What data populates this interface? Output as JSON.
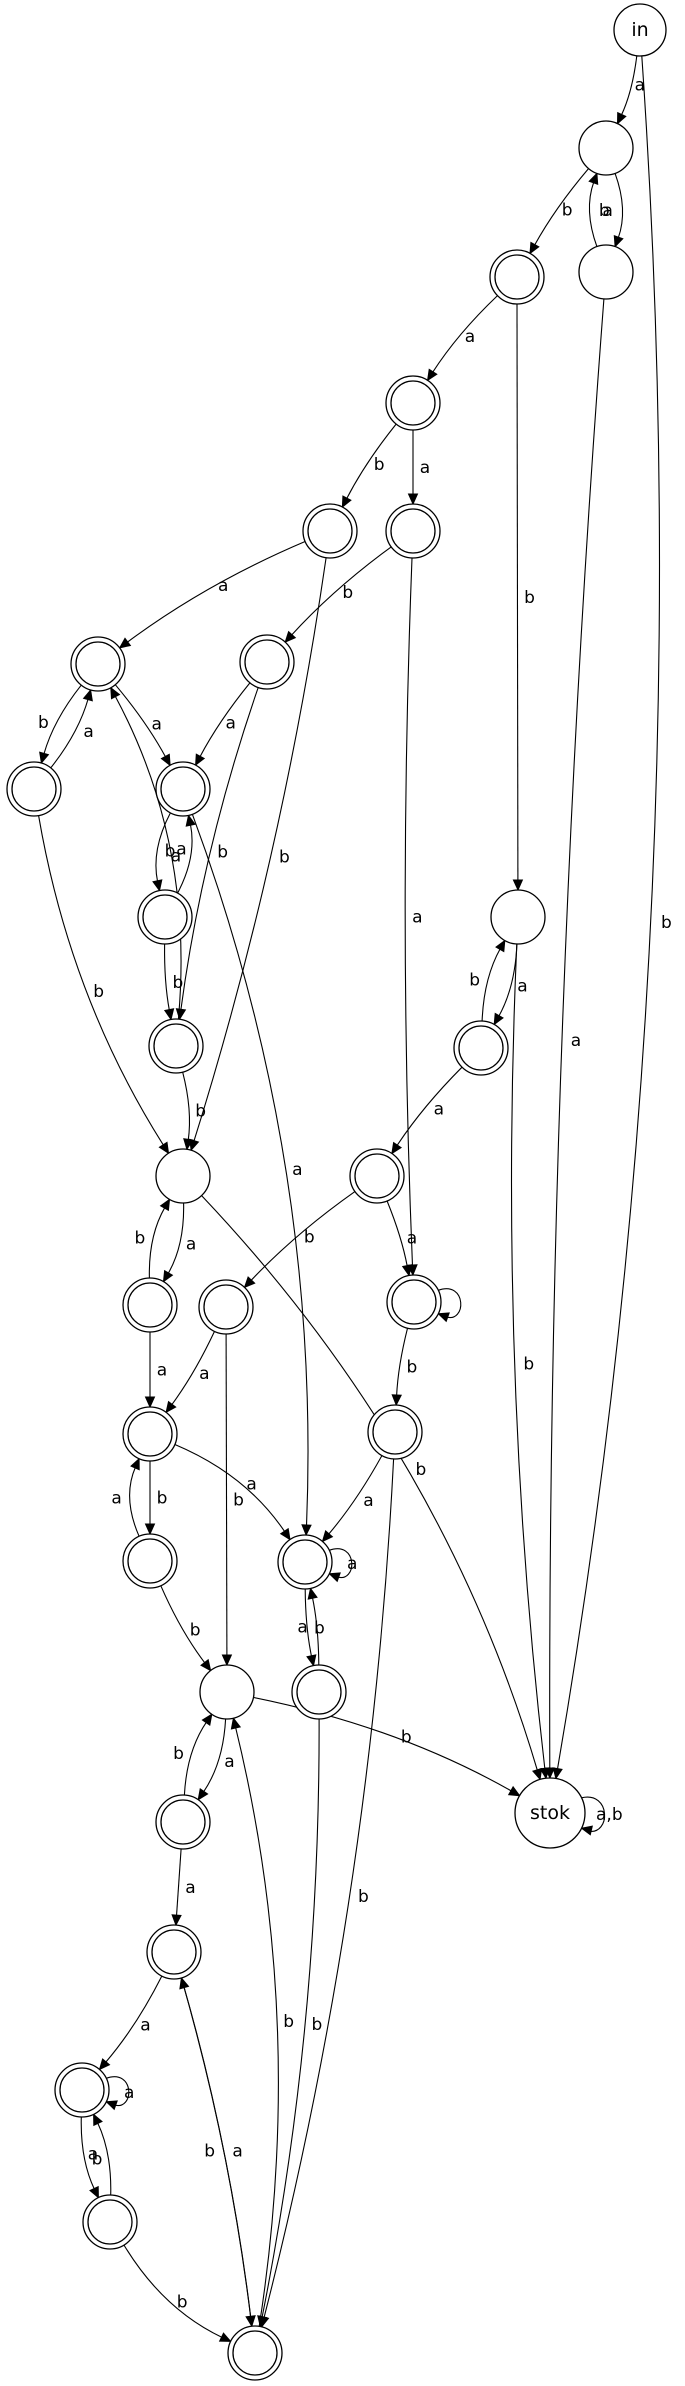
{
  "diagram": {
    "type": "finite-automaton",
    "states": [
      {
        "id": "in",
        "label": "in",
        "accepting": false
      },
      {
        "id": "s1",
        "label": "",
        "accepting": false
      },
      {
        "id": "s2",
        "label": "",
        "accepting": false
      },
      {
        "id": "s3",
        "label": "",
        "accepting": true
      },
      {
        "id": "s4",
        "label": "",
        "accepting": true
      },
      {
        "id": "s5",
        "label": "",
        "accepting": true
      },
      {
        "id": "s6",
        "label": "",
        "accepting": true
      },
      {
        "id": "s7",
        "label": "",
        "accepting": true
      },
      {
        "id": "s8",
        "label": "",
        "accepting": true
      },
      {
        "id": "s9",
        "label": "",
        "accepting": true
      },
      {
        "id": "s10",
        "label": "",
        "accepting": true
      },
      {
        "id": "s11",
        "label": "",
        "accepting": true
      },
      {
        "id": "s12",
        "label": "",
        "accepting": true
      },
      {
        "id": "s13",
        "label": "",
        "accepting": false
      },
      {
        "id": "s14",
        "label": "",
        "accepting": true
      },
      {
        "id": "s15",
        "label": "",
        "accepting": false
      },
      {
        "id": "s16",
        "label": "",
        "accepting": true
      },
      {
        "id": "s17",
        "label": "",
        "accepting": true
      },
      {
        "id": "s18",
        "label": "",
        "accepting": true
      },
      {
        "id": "s19",
        "label": "",
        "accepting": true
      },
      {
        "id": "s20",
        "label": "",
        "accepting": true
      },
      {
        "id": "s21",
        "label": "",
        "accepting": true
      },
      {
        "id": "s22",
        "label": "",
        "accepting": true
      },
      {
        "id": "s23",
        "label": "",
        "accepting": true
      },
      {
        "id": "s24",
        "label": "",
        "accepting": true
      },
      {
        "id": "s25",
        "label": "",
        "accepting": false
      },
      {
        "id": "s26",
        "label": "",
        "accepting": true
      },
      {
        "id": "stok",
        "label": "stok",
        "accepting": false
      },
      {
        "id": "s27",
        "label": "",
        "accepting": true
      },
      {
        "id": "s28",
        "label": "",
        "accepting": true
      },
      {
        "id": "s29",
        "label": "",
        "accepting": true
      },
      {
        "id": "s30",
        "label": "",
        "accepting": true
      }
    ],
    "transitions": [
      {
        "from": "in",
        "to": "s1",
        "label": "a"
      },
      {
        "from": "in",
        "to": "stok",
        "label": "b"
      },
      {
        "from": "s1",
        "to": "s3",
        "label": "b"
      },
      {
        "from": "s1",
        "to": "s2",
        "label": "a"
      },
      {
        "from": "s2",
        "to": "s1",
        "label": "b"
      },
      {
        "from": "s2",
        "to": "stok",
        "label": "a"
      },
      {
        "from": "s3",
        "to": "s4",
        "label": "a"
      },
      {
        "from": "s3",
        "to": "s13",
        "label": "b"
      },
      {
        "from": "s4",
        "to": "s5",
        "label": "b"
      },
      {
        "from": "s4",
        "to": "s6",
        "label": "a"
      },
      {
        "from": "s5",
        "to": "s7",
        "label": "a"
      },
      {
        "from": "s5",
        "to": "s15",
        "label": "b"
      },
      {
        "from": "s6",
        "to": "s8",
        "label": "b"
      },
      {
        "from": "s6",
        "to": "s18",
        "label": "a"
      },
      {
        "from": "s7",
        "to": "s9",
        "label": "b"
      },
      {
        "from": "s7",
        "to": "s10",
        "label": "a"
      },
      {
        "from": "s9",
        "to": "s7",
        "label": "a"
      },
      {
        "from": "s9",
        "to": "s15",
        "label": "b"
      },
      {
        "from": "s8",
        "to": "s10",
        "label": "a"
      },
      {
        "from": "s8",
        "to": "s12",
        "label": "b"
      },
      {
        "from": "s10",
        "to": "s11",
        "label": "b"
      },
      {
        "from": "s10",
        "to": "s23",
        "label": "a"
      },
      {
        "from": "s11",
        "to": "s10",
        "label": "a"
      },
      {
        "from": "s11",
        "to": "s12",
        "label": "b"
      },
      {
        "from": "s12",
        "to": "s7",
        "label": "a"
      },
      {
        "from": "s12",
        "to": "s15",
        "label": "b"
      },
      {
        "from": "s13",
        "to": "s14",
        "label": "a"
      },
      {
        "from": "s13",
        "to": "stok",
        "label": "b"
      },
      {
        "from": "s14",
        "to": "s13",
        "label": "b"
      },
      {
        "from": "s14",
        "to": "s16",
        "label": "a"
      },
      {
        "from": "s16",
        "to": "s18",
        "label": "a"
      },
      {
        "from": "s16",
        "to": "s19",
        "label": "b"
      },
      {
        "from": "s15",
        "to": "s17",
        "label": "a"
      },
      {
        "from": "s15",
        "to": "stok",
        "label": "b"
      },
      {
        "from": "s17",
        "to": "s15",
        "label": "b"
      },
      {
        "from": "s17",
        "to": "s20",
        "label": "a"
      },
      {
        "from": "s18",
        "to": "s18",
        "label": "a"
      },
      {
        "from": "s18",
        "to": "s21",
        "label": "b"
      },
      {
        "from": "s19",
        "to": "s20",
        "label": "a"
      },
      {
        "from": "s19",
        "to": "s25",
        "label": "b"
      },
      {
        "from": "s20",
        "to": "s22",
        "label": "b"
      },
      {
        "from": "s20",
        "to": "s23",
        "label": "a"
      },
      {
        "from": "s22",
        "to": "s20",
        "label": "a"
      },
      {
        "from": "s22",
        "to": "s25",
        "label": "b"
      },
      {
        "from": "s21",
        "to": "s23",
        "label": "a"
      },
      {
        "from": "s21",
        "to": "s30",
        "label": "b"
      },
      {
        "from": "s23",
        "to": "s23",
        "label": "a"
      },
      {
        "from": "s23",
        "to": "s24",
        "label": "b"
      },
      {
        "from": "s24",
        "to": "s23",
        "label": "a"
      },
      {
        "from": "s24",
        "to": "s30",
        "label": "b"
      },
      {
        "from": "s25",
        "to": "s26",
        "label": "a"
      },
      {
        "from": "s25",
        "to": "stok",
        "label": "b"
      },
      {
        "from": "s26",
        "to": "s25",
        "label": "b"
      },
      {
        "from": "s26",
        "to": "s27",
        "label": "a"
      },
      {
        "from": "s27",
        "to": "s28",
        "label": "a"
      },
      {
        "from": "s27",
        "to": "s30",
        "label": "b"
      },
      {
        "from": "s28",
        "to": "s28",
        "label": "a"
      },
      {
        "from": "s28",
        "to": "s29",
        "label": "b"
      },
      {
        "from": "s29",
        "to": "s28",
        "label": "a"
      },
      {
        "from": "s29",
        "to": "s30",
        "label": "b"
      },
      {
        "from": "s30",
        "to": "s27",
        "label": "a"
      },
      {
        "from": "s30",
        "to": "s25",
        "label": "b"
      },
      {
        "from": "stok",
        "to": "stok",
        "label": "a,b"
      }
    ]
  }
}
